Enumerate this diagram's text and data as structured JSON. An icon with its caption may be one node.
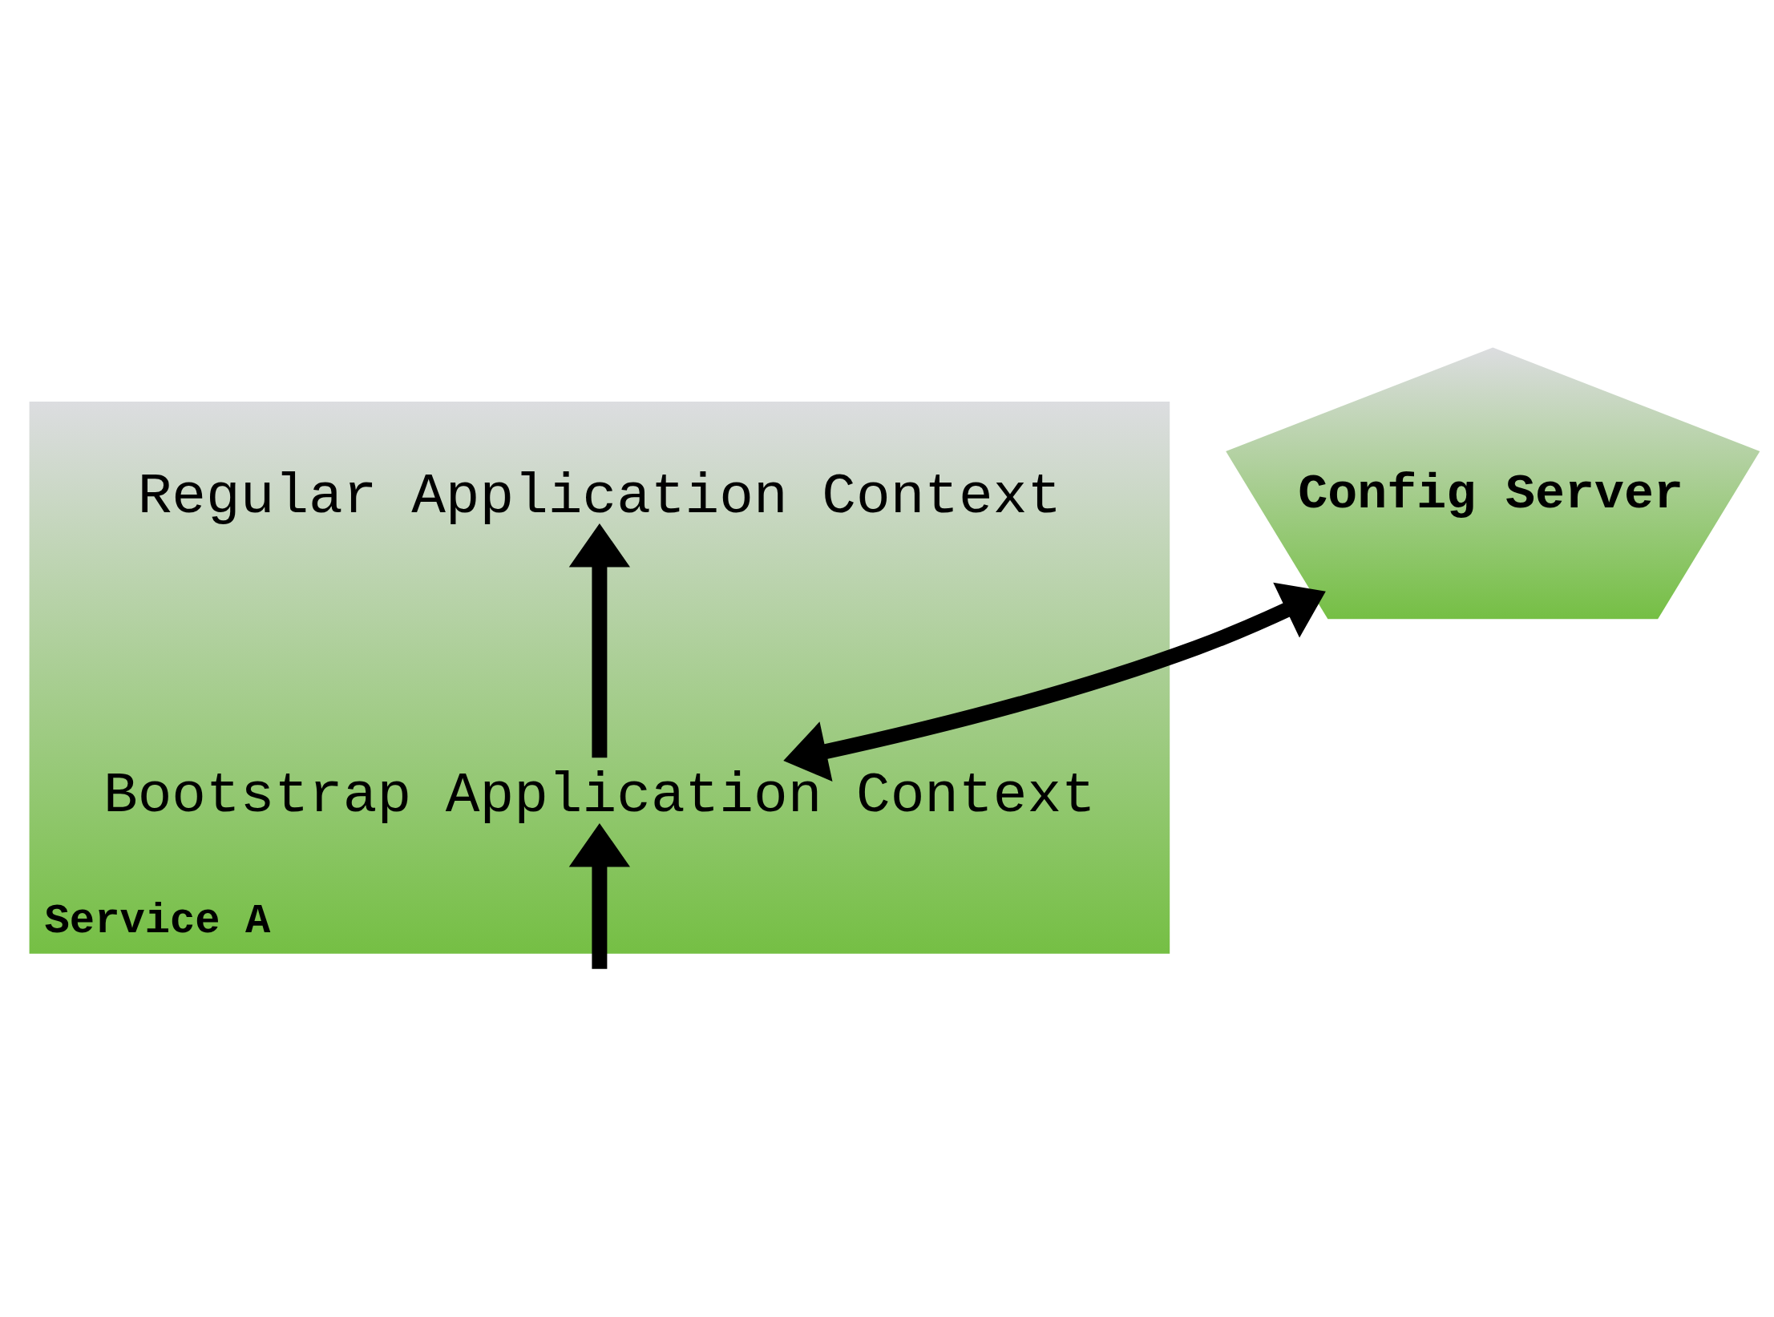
{
  "diagram": {
    "nodes": [
      {
        "text": [
          "Service A"
        ]
      },
      {
        "text": [
          "Regular Application Context"
        ],
        "in": 0
      },
      {
        "text": [
          "Bootstrap Application Context"
        ],
        "in": 0
      },
      {
        "text": [
          "Config Server"
        ]
      }
    ],
    "edges": [
      {
        "from": null,
        "to": 2,
        "arrow": "to"
      },
      {
        "from": 2,
        "to": 1,
        "arrow": "to"
      },
      {
        "from": 2,
        "to": 3,
        "arrow": "both"
      }
    ]
  }
}
